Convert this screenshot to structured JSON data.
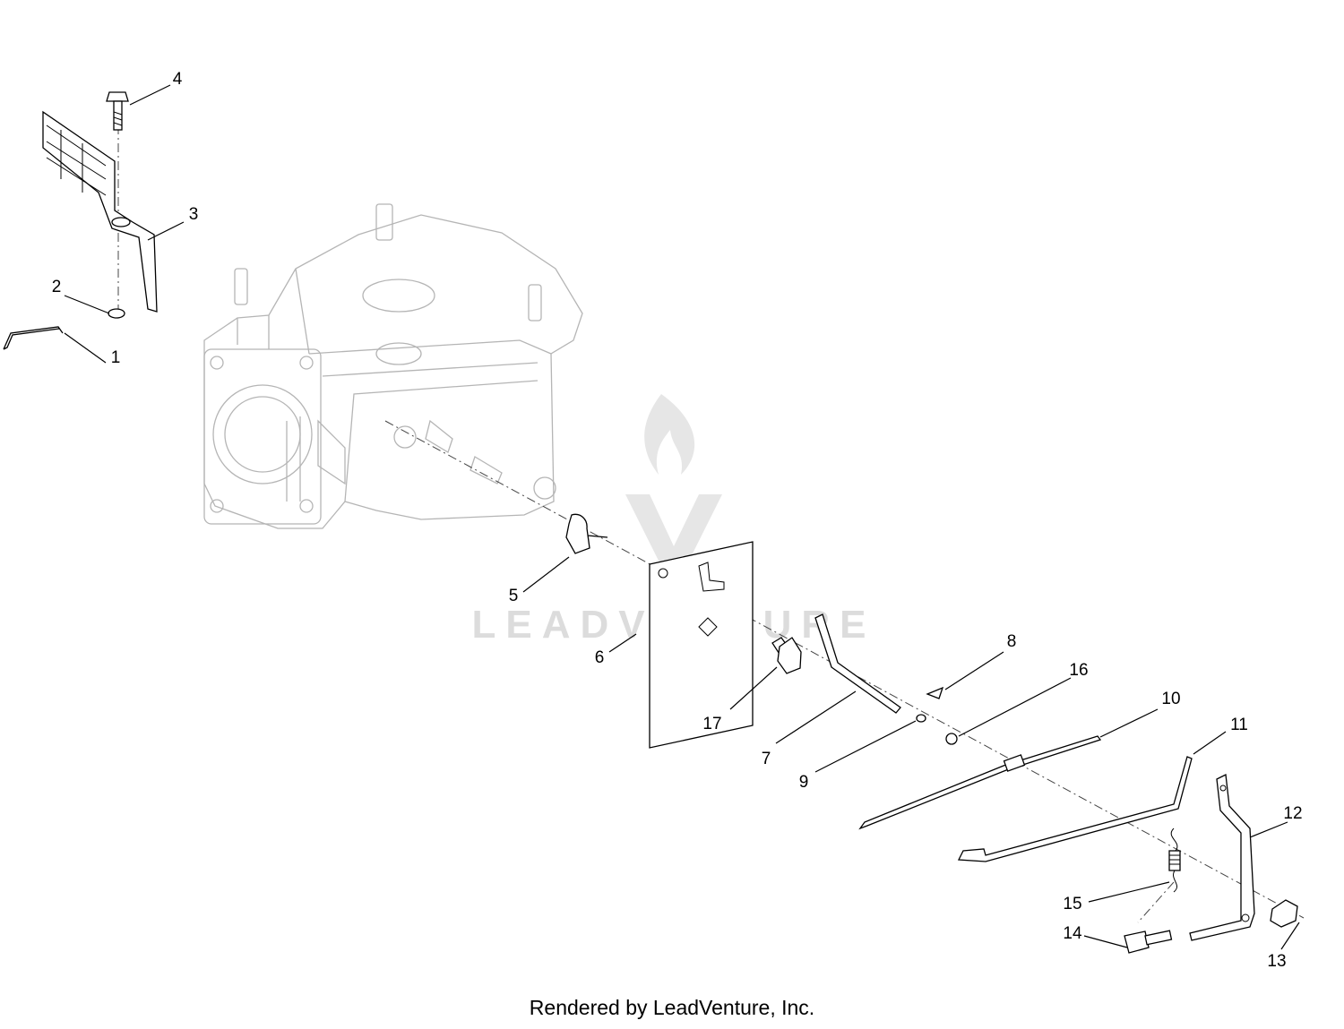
{
  "watermark": {
    "text": "LEADVENTURE"
  },
  "footer": {
    "text": "Rendered by LeadVenture, Inc."
  },
  "callouts": [
    {
      "id": "1",
      "label": "1"
    },
    {
      "id": "2",
      "label": "2"
    },
    {
      "id": "3",
      "label": "3"
    },
    {
      "id": "4",
      "label": "4"
    },
    {
      "id": "5",
      "label": "5"
    },
    {
      "id": "6",
      "label": "6"
    },
    {
      "id": "7",
      "label": "7"
    },
    {
      "id": "8",
      "label": "8"
    },
    {
      "id": "9",
      "label": "9"
    },
    {
      "id": "10",
      "label": "10"
    },
    {
      "id": "11",
      "label": "11"
    },
    {
      "id": "12",
      "label": "12"
    },
    {
      "id": "13",
      "label": "13"
    },
    {
      "id": "14",
      "label": "14"
    },
    {
      "id": "15",
      "label": "15"
    },
    {
      "id": "16",
      "label": "16"
    },
    {
      "id": "17",
      "label": "17"
    }
  ]
}
